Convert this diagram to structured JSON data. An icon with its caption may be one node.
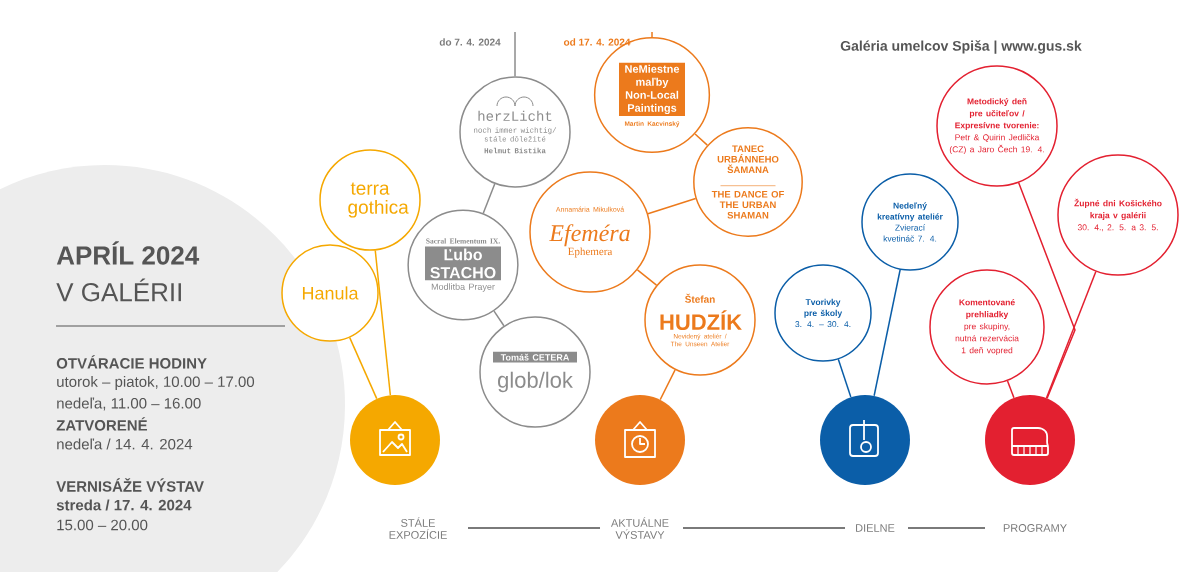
{
  "diagram": {
    "nodes": [
      {
        "text": [],
        "shape": "circle",
        "beside": [
          "STÁLE EXPOZÍCIE"
        ]
      },
      {
        "text": [],
        "shape": "circle",
        "beside": [
          "AKTUÁLNE VÝSTAVY"
        ]
      },
      {
        "text": [],
        "shape": "circle",
        "beside": [
          "DIELNE"
        ]
      },
      {
        "text": [],
        "shape": "circle",
        "beside": [
          "PROGRAMY"
        ]
      },
      {
        "text": [
          "terra gothica"
        ]
      },
      {
        "text": [
          "Hanula"
        ]
      },
      {
        "text": [
          "herzLicht",
          "noch immer wichtig/ stále dôležité",
          "Helmut Bistika"
        ]
      },
      {
        "text": [
          "Sacral Elementum IX.",
          "Ľubo STACHO",
          "Modlitba Prayer"
        ]
      },
      {
        "text": [
          "Tomáš CETERA",
          "glob/lok"
        ]
      },
      {
        "text": [
          "NeMiestne maľby Non-Local Paintings",
          "Martin Kacvinský"
        ]
      },
      {
        "text": [
          "TANEC URBÁNNEHO ŠAMANA",
          "THE DANCE OF THE URBAN SHAMAN"
        ]
      },
      {
        "text": [
          "Annamária Mikulková",
          "Efeméra",
          "Ephemera"
        ]
      },
      {
        "text": [
          "Štefan",
          "HUDZÍK",
          "Nevidený ateliér / The Unseen Atelier"
        ]
      },
      {
        "text": [
          "Nedeľný kreatívny ateliér",
          "Zvierací kvetináč 7. 4."
        ]
      },
      {
        "text": [
          "Tvorivky pre školy",
          "3. 4. – 30. 4."
        ]
      },
      {
        "text": [
          "Metodický deň pre učiteľov / Expresívne tvorenie:",
          "Petr & Quirin Jedlička (CZ) a Jaro Čech 19. 4."
        ]
      },
      {
        "text": [
          "Župné dni Košického kraja v galérii",
          "30. 4., 2. 5. a 3. 5."
        ]
      },
      {
        "text": [
          "Komentované prehliadky",
          "pre skupiny, nutná rezervácia 1 deň vopred"
        ]
      }
    ],
    "edges": [
      {
        "from": null,
        "to": 6,
        "arrow": "none",
        "color": "#8c8c8c"
      },
      {
        "from": null,
        "to": 9,
        "arrow": "none",
        "color": "#ec7a1c"
      },
      {
        "from": 6,
        "to": 7,
        "arrow": "none",
        "color": "#8c8c8c"
      },
      {
        "from": 7,
        "to": 8,
        "arrow": "none",
        "color": "#8c8c8c"
      },
      {
        "from": 4,
        "to": 0,
        "arrow": "none",
        "color": "#f5a800"
      },
      {
        "from": 5,
        "to": 0,
        "arrow": "none",
        "color": "#f5a800"
      },
      {
        "from": 9,
        "to": 10,
        "arrow": "none",
        "color": "#ec7a1c"
      },
      {
        "from": 10,
        "to": 11,
        "arrow": "none",
        "color": "#ec7a1c"
      },
      {
        "from": 11,
        "to": 12,
        "arrow": "none",
        "color": "#ec7a1c"
      },
      {
        "from": 12,
        "to": 1,
        "arrow": "none",
        "color": "#ec7a1c"
      },
      {
        "from": 13,
        "to": 2,
        "arrow": "none",
        "color": "#0b5ea8"
      },
      {
        "from": 14,
        "to": 2,
        "arrow": "none",
        "color": "#0b5ea8"
      },
      {
        "from": 15,
        "to": 3,
        "arrow": "none",
        "color": "#e32030"
      },
      {
        "from": 16,
        "to": 3,
        "arrow": "none",
        "color": "#e32030"
      },
      {
        "from": 17,
        "to": 3,
        "arrow": "none",
        "color": "#e32030"
      }
    ],
    "labels": [
      "do 7. 4. 2024",
      "od 17. 4. 2024",
      "Galéria umelcov Spiša | www.gus.sk",
      "APRÍL 2024",
      "V GALÉRII",
      "OTVÁRACIE HODINY",
      "utorok – piatok, 10.00 – 17.00",
      "nedeľa, 11.00 – 16.00",
      "ZATVORENÉ",
      "nedeľa / 14. 4. 2024",
      "VERNISÁŽE VÝSTAV",
      "streda / 17. 4. 2024",
      "15.00 – 20.00"
    ]
  }
}
